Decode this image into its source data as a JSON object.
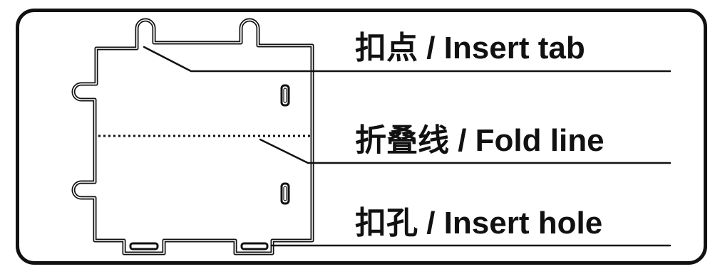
{
  "labels": {
    "insert_tab": "扣点 / Insert tab",
    "fold_line": "折叠线 / Fold line",
    "insert_hole": "扣孔 / Insert hole"
  },
  "colors": {
    "ink": "#111111",
    "background": "#ffffff"
  }
}
